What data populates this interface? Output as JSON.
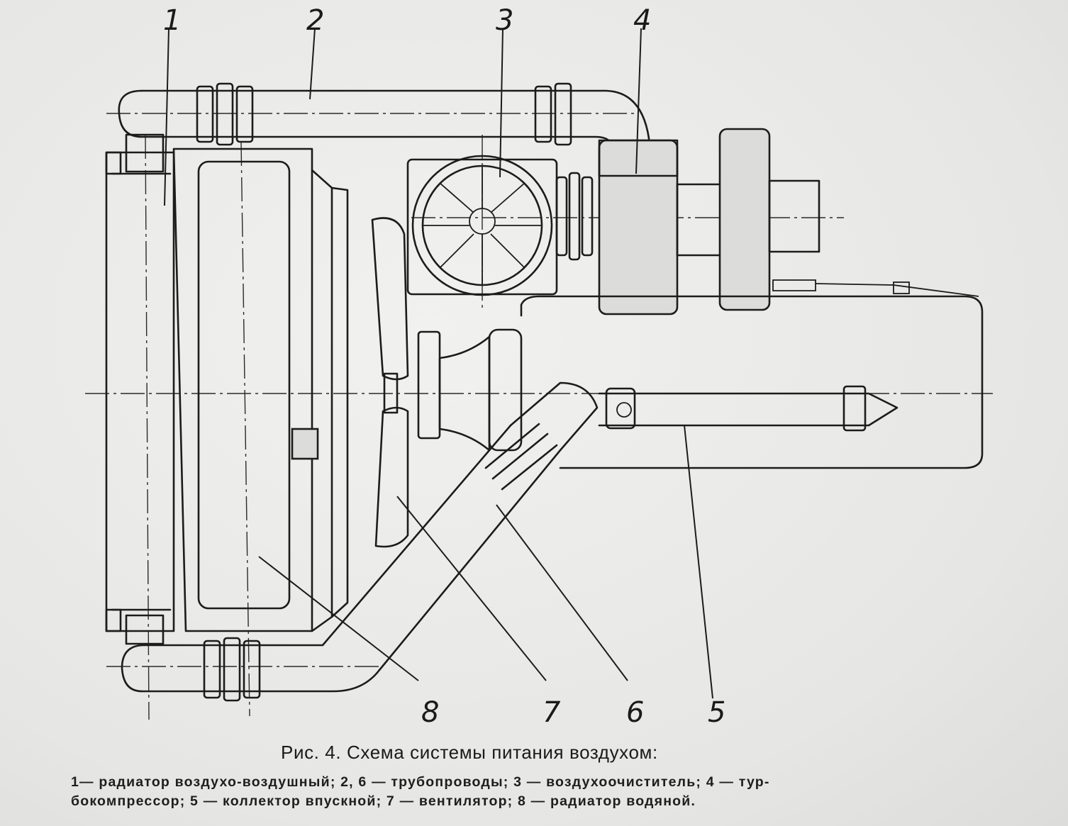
{
  "caption": {
    "title": "Рис. 4. Схема  системы питания воздухом:",
    "legend_line1": "1— радиатор воздухо-воздушный; 2, 6 — трубопроводы; 3 — воздухоочиститель; 4 — тур-",
    "legend_line2": "бокомпрессор; 5 — коллектор впускной; 7 — вентилятор; 8 — радиатор водяной."
  },
  "labels": {
    "n1": "1",
    "n2": "2",
    "n3": "3",
    "n4": "4",
    "n5": "5",
    "n6": "6",
    "n7": "7",
    "n8": "8"
  }
}
